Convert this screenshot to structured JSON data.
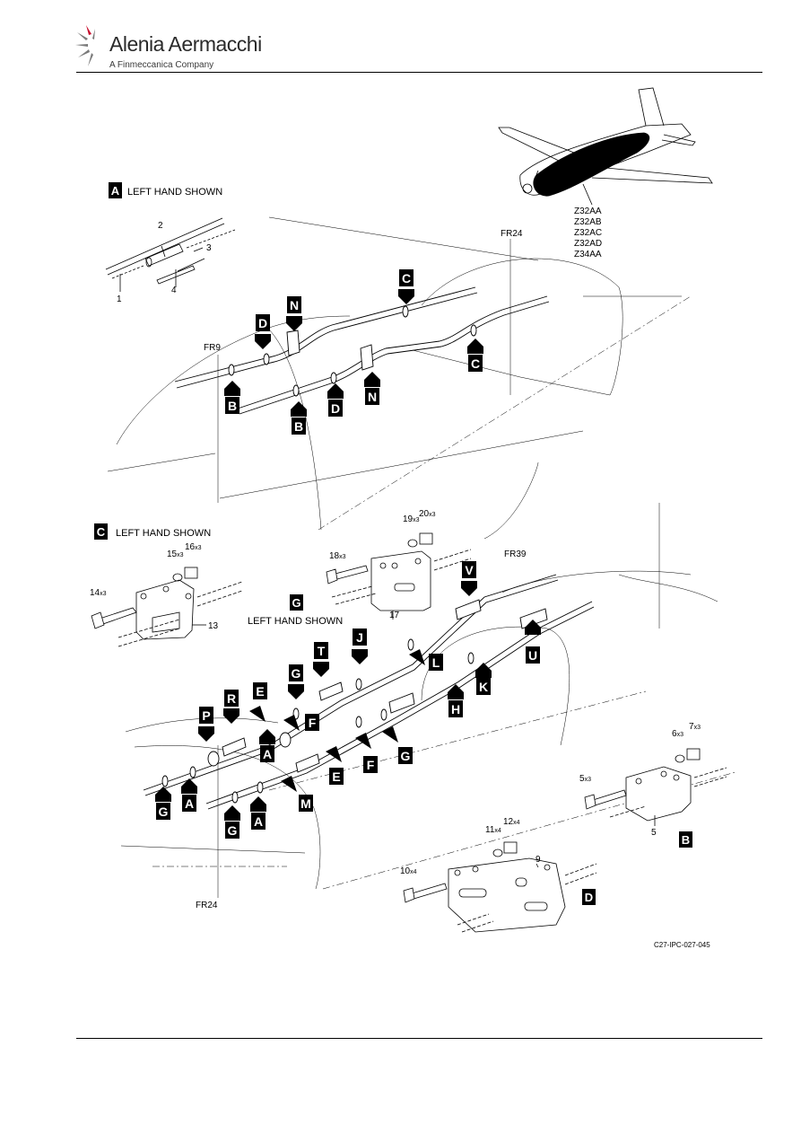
{
  "header": {
    "brand": "Alenia Aermacchi",
    "tagline": "A Finmeccanica Company"
  },
  "effectivity": [
    "Z32AA",
    "Z32AB",
    "Z32AC",
    "Z32AD",
    "Z34AA"
  ],
  "figure_id": "C27-IPC-027-045",
  "views": {
    "a_title": "LEFT HAND SHOWN",
    "c_title": "LEFT HAND SHOWN",
    "g_title": "LEFT HAND SHOWN"
  },
  "frames": {
    "fr9": "FR9",
    "fr24": "FR24",
    "fr39": "FR39"
  },
  "letters": {
    "A": "A",
    "B": "B",
    "C": "C",
    "D": "D",
    "E": "E",
    "F": "F",
    "G": "G",
    "H": "H",
    "J": "J",
    "K": "K",
    "L": "L",
    "M": "M",
    "N": "N",
    "P": "P",
    "R": "R",
    "T": "T",
    "U": "U",
    "V": "V"
  },
  "items": {
    "i1": "1",
    "i2": "2",
    "i3": "3",
    "i4": "4",
    "i5": "5",
    "i6": "6",
    "i7": "7",
    "i9": "9",
    "i10": "10",
    "i11": "11",
    "i12": "12",
    "i13": "13",
    "i14": "14",
    "i15": "15",
    "i16": "16",
    "i17": "17",
    "i18": "18",
    "i19": "19",
    "i20": "20",
    "x3": "x3",
    "x4": "x4"
  }
}
